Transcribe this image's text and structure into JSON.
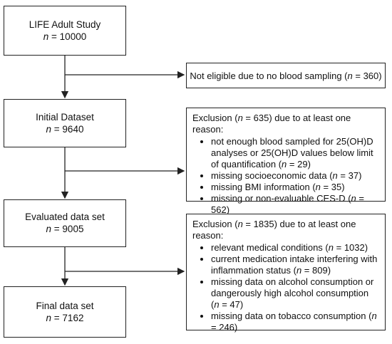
{
  "main": [
    {
      "title": "LIFE Adult Study",
      "n": "10000"
    },
    {
      "title": "Initial Dataset",
      "n": "9640"
    },
    {
      "title": "Evaluated data set",
      "n": "9005"
    },
    {
      "title": "Final data set",
      "n": "7162"
    }
  ],
  "side1": {
    "text": "Not eligible due to no blood sampling",
    "n": "360"
  },
  "side2": {
    "head_a": "Exclusion (",
    "n": "635",
    "head_b": ") due to at least one reason:",
    "items": [
      {
        "text": "not enough blood sampled for 25(OH)D analyses or 25(OH)D values below limit of quantification",
        "n": "29"
      },
      {
        "text": "missing socioeconomic data",
        "n": "37"
      },
      {
        "text": "missing  BMI information",
        "n": "35"
      },
      {
        "text": "missing or non-evaluable CES-D",
        "n": "562"
      }
    ]
  },
  "side3": {
    "head_a": "Exclusion (",
    "n": "1835",
    "head_b": ") due to at least one reason:",
    "items": [
      {
        "text": "relevant medical conditions",
        "n": "1032"
      },
      {
        "text": "current medication intake interfering with inflammation status",
        "n": "809"
      },
      {
        "text": "missing data on alcohol consumption or dangerously high alcohol consumption",
        "n": "47"
      },
      {
        "text": "missing data on tobacco consumption",
        "n": "246"
      }
    ]
  },
  "labels": {
    "n_symbol": "n",
    "eq": " = ",
    "open": " (",
    "close": ")"
  }
}
